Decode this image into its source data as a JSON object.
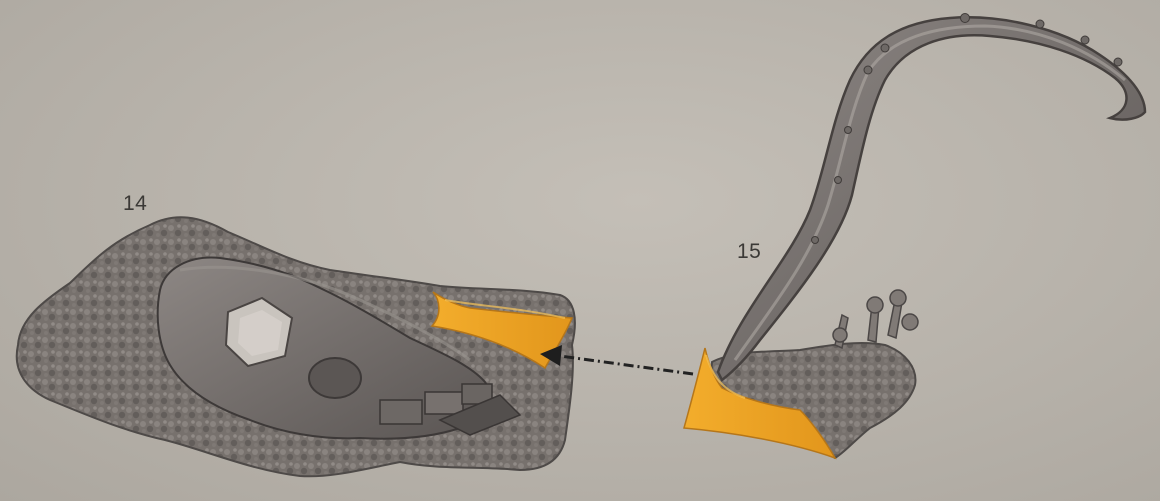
{
  "steps": [
    {
      "number": "14"
    },
    {
      "number": "15"
    }
  ],
  "colors": {
    "background": "#b9b4ac",
    "model_grey": "#6f6a67",
    "model_dark": "#4b4746",
    "highlight_orange": "#f0a524",
    "arrow": "#222222"
  },
  "icons": [
    "skull-terrain-base",
    "tentacle-terrain-piece",
    "assembly-arrow"
  ]
}
